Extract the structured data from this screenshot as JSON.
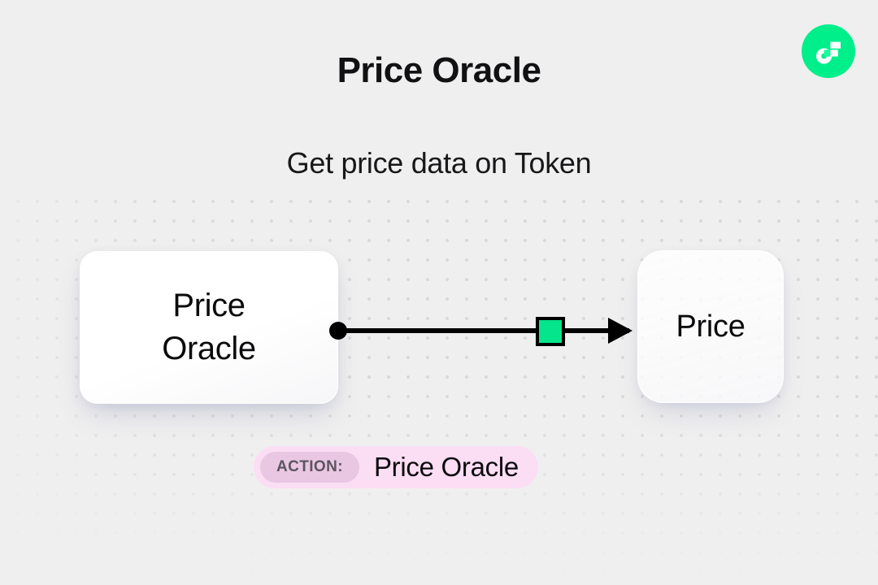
{
  "header": {
    "title": "Price Oracle",
    "subtitle": "Get price data on Token",
    "logo_name": "flow-logo",
    "logo_color": "#00EF8B"
  },
  "diagram": {
    "background_color": "#EFEFEF",
    "dot_color": "#D9D9D9",
    "nodes": [
      {
        "id": "source",
        "name": "price-oracle-node",
        "label": "Price\nOracle",
        "role": "source"
      },
      {
        "id": "target",
        "name": "price-node",
        "label": "Price",
        "role": "target"
      }
    ],
    "edge": {
      "name": "oracle-to-price-edge",
      "start_handle": "source-dot",
      "end_handle": "arrow-head",
      "marker_color": "#00EF8B",
      "line_color": "#000000"
    }
  },
  "action_chip": {
    "tag_label": "ACTION:",
    "value": "Price Oracle",
    "background_color": "#FBDDF4",
    "tag_background_color": "#E9C7E2"
  }
}
